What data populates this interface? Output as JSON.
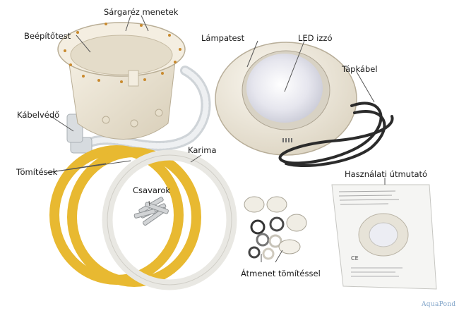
{
  "labels": {
    "brass_threads": "Sárgaréz menetek",
    "housing": "Beépítőtest",
    "lamp_body": "Lámpatest",
    "led_bulb": "LED izzó",
    "power_cable": "Tápkábel",
    "cable_guard": "Kábelvédő",
    "gaskets": "Tömítések",
    "flange": "Karima",
    "screws": "Csavarok",
    "manual": "Használati útmutató",
    "transition_seal": "Átmenet tömítéssel"
  },
  "watermark": "AquaPond",
  "colors": {
    "plastic": "#efe9dc",
    "gasket_yellow": "#e8b931",
    "ring_white": "#f2f2f0",
    "cable_dark": "#2b2b2b",
    "hose": "#dfe3e6"
  }
}
